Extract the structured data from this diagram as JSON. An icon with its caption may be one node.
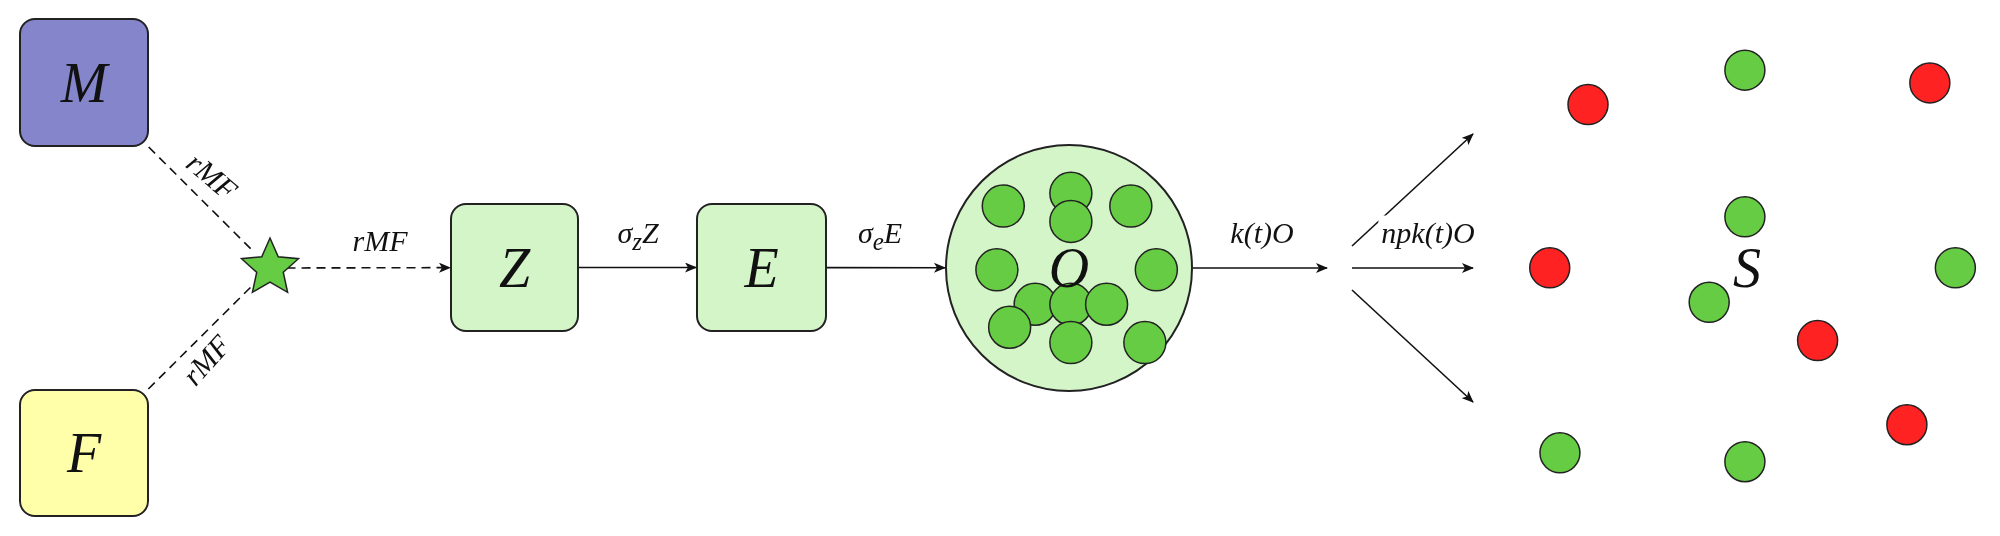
{
  "diagram": {
    "nodes": [
      {
        "text": [
          "M"
        ]
      },
      {
        "text": [
          "F"
        ]
      },
      {
        "text": [],
        "shape": "star"
      },
      {
        "text": [
          "Z"
        ]
      },
      {
        "text": [
          "E"
        ]
      },
      {
        "text": [
          "O"
        ]
      },
      {
        "text": [
          "S"
        ]
      }
    ],
    "edges": [
      {
        "from": 0,
        "to": 2,
        "arrow": "none",
        "style": "dashed",
        "label": "rMF"
      },
      {
        "from": 1,
        "to": 2,
        "arrow": "none",
        "style": "dashed",
        "label": "rMF"
      },
      {
        "from": 2,
        "to": 3,
        "arrow": "to",
        "style": "dashed",
        "label": "rMF"
      },
      {
        "from": 3,
        "to": 4,
        "arrow": "to",
        "label": "σ$_{z}$Z"
      },
      {
        "from": 4,
        "to": 5,
        "arrow": "to",
        "label": "σ$_{e}$E"
      },
      {
        "from": 5,
        "to": null,
        "arrow": "to",
        "label": "k(t)O"
      },
      {
        "from": null,
        "to": 6,
        "arrow": "to"
      },
      {
        "from": null,
        "to": 6,
        "arrow": "to",
        "label": "npk(t)O"
      },
      {
        "from": null,
        "to": 6,
        "arrow": "to"
      }
    ]
  }
}
